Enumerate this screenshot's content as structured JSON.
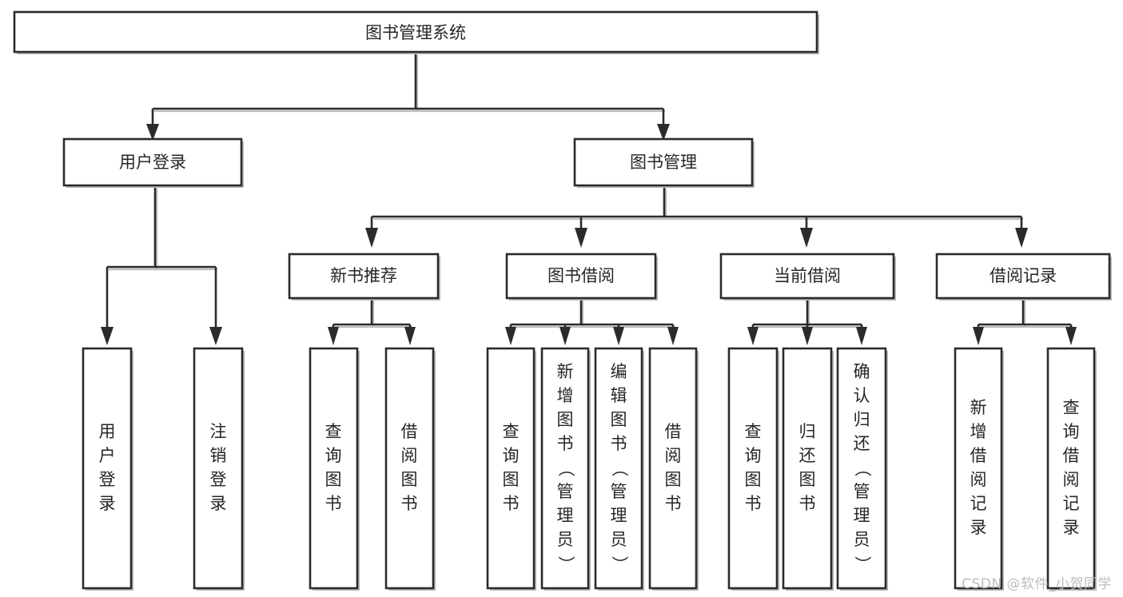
{
  "diagram": {
    "type": "tree",
    "title": "图书管理系统",
    "watermark": "CSDN @软件_小贺同学",
    "colors": {
      "box_stroke": "#2b2b2b",
      "box_fill": "#ffffff",
      "text": "#26262a",
      "connector": "#2b2b2b",
      "shadow": "#b9b9b9",
      "watermark": "#bcbcbc",
      "background": "#ffffff"
    },
    "nodes": {
      "root": {
        "label": "图书管理系统"
      },
      "level2": [
        {
          "id": "user-login",
          "label": "用户登录"
        },
        {
          "id": "book-manage",
          "label": "图书管理"
        }
      ],
      "level3": [
        {
          "id": "new-book-rec",
          "label": "新书推荐"
        },
        {
          "id": "book-borrow",
          "label": "图书借阅"
        },
        {
          "id": "current-borrow",
          "label": "当前借阅"
        },
        {
          "id": "borrow-record",
          "label": "借阅记录"
        }
      ],
      "leaves": {
        "user-login": [
          {
            "id": "leaf-user-login",
            "label": "用户登录"
          },
          {
            "id": "leaf-logout-login",
            "label": "注销登录"
          }
        ],
        "new-book-rec": [
          {
            "id": "leaf-query-book-1",
            "label": "查询图书"
          },
          {
            "id": "leaf-borrow-book-1",
            "label": "借阅图书"
          }
        ],
        "book-borrow": [
          {
            "id": "leaf-query-book-2",
            "label": "查询图书"
          },
          {
            "id": "leaf-add-book",
            "label": "新增图书（管理员）"
          },
          {
            "id": "leaf-edit-book",
            "label": "编辑图书（管理员）"
          },
          {
            "id": "leaf-borrow-book-2",
            "label": "借阅图书"
          }
        ],
        "current-borrow": [
          {
            "id": "leaf-query-book-3",
            "label": "查询图书"
          },
          {
            "id": "leaf-return-book",
            "label": "归还图书"
          },
          {
            "id": "leaf-confirm-return",
            "label": "确认归还（管理员）"
          }
        ],
        "borrow-record": [
          {
            "id": "leaf-add-record",
            "label": "新增借阅记录"
          },
          {
            "id": "leaf-query-record",
            "label": "查询借阅记录"
          }
        ]
      }
    }
  }
}
